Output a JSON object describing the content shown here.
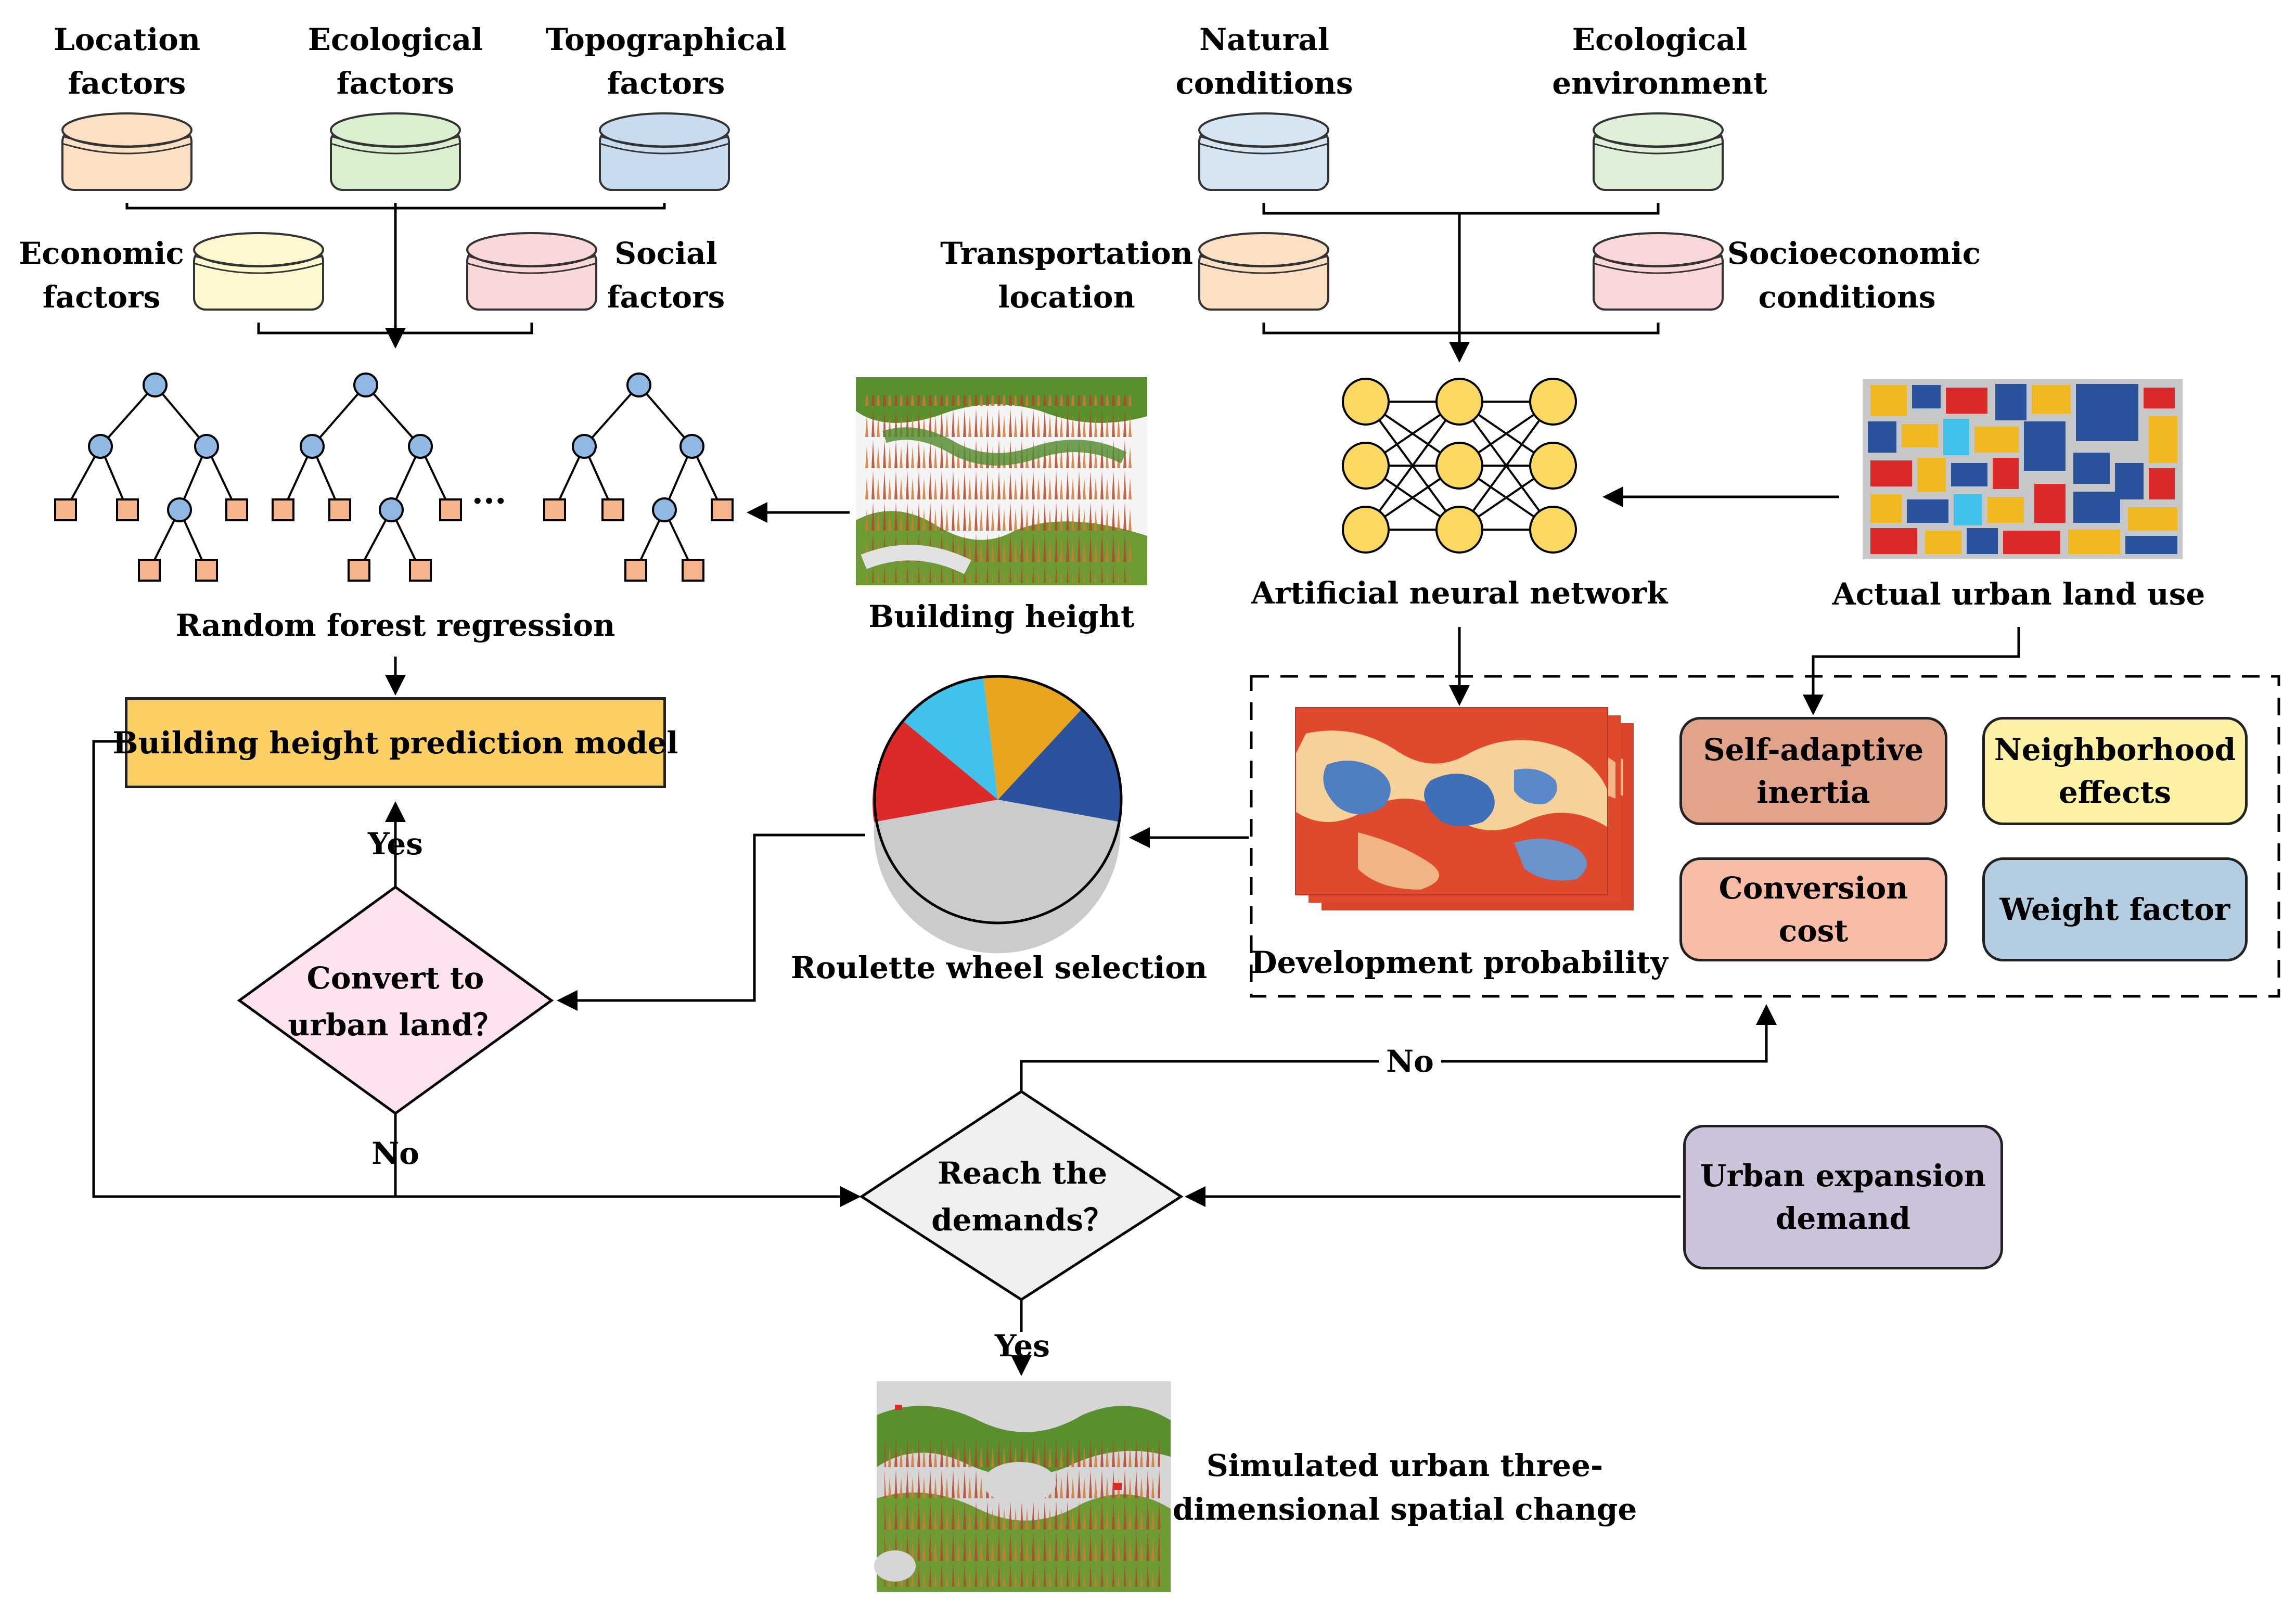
{
  "inputs_left": {
    "location": "Location\nfactors",
    "ecological": "Ecological\nfactors",
    "topographical": "Topographical\nfactors",
    "economic": "Economic\nfactors",
    "social": "Social\nfactors"
  },
  "inputs_right": {
    "natural": "Natural\nconditions",
    "eco_env": "Ecological\nenvironment",
    "transport": "Transportation\nlocation",
    "socioeconomic": "Socioeconomic\nconditions"
  },
  "labels": {
    "rf": "Random forest regression",
    "building_height": "Building height",
    "ann": "Artificial neural network",
    "actual_land": "Actual urban land use",
    "dev_prob": "Development probability",
    "roulette": "Roulette wheel selection",
    "simulated": "Simulated urban three-\ndimensional spatial change",
    "ellipsis": "···"
  },
  "boxes": {
    "bh_model": "Building height prediction model",
    "self_adaptive": "Self-adaptive\ninertia",
    "neighborhood": "Neighborhood\neffects",
    "conversion": "Conversion\ncost",
    "weight": "Weight factor",
    "urban_demand": "Urban expansion\ndemand"
  },
  "decisions": {
    "convert": "Convert to\nurban land？",
    "reach": "Reach the\ndemands？"
  },
  "edge_labels": {
    "yes1": "Yes",
    "no1": "No",
    "no2": "No",
    "yes2": "Yes"
  },
  "colors": {
    "location": "#fce0c4",
    "ecological": "#d9efcf",
    "topographical": "#c9dcee",
    "economic": "#fdf8cf",
    "social": "#fad7d8",
    "natural": "#d5e6f2",
    "eco_env": "#e0f0d8",
    "transport": "#fce0c4",
    "socioeconomic": "#fad7d8",
    "tree_node": "#8fb9e3",
    "tree_leaf": "#f5b48c",
    "neuron": "#fad862",
    "bh_model": "#fbcf63",
    "self_adaptive": "#e1a48a",
    "neighborhood": "#fcf1a4",
    "conversion": "#f7bca5",
    "weight": "#b5cde1",
    "urban_demand": "#ccc3da",
    "convert_diamond": "#fce2ef",
    "reach_diamond": "#efefef",
    "pie_orange": "#eaa51f",
    "pie_blue": "#2b529d",
    "pie_red": "#dc2a2a",
    "pie_cyan": "#42c2ea",
    "pie_gray": "#cbcbcb"
  }
}
